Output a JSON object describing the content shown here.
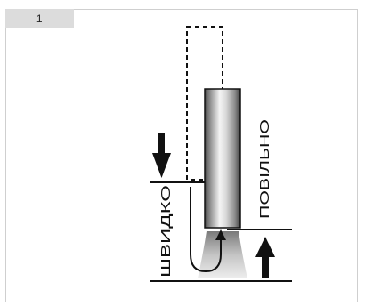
{
  "step": {
    "number": "1"
  },
  "diagram": {
    "label_fast": "ШВИДКО",
    "label_slow": "ПОВІЛЬНО",
    "icons": {
      "down_arrow": "down-arrow-icon",
      "up_arrow": "up-arrow-icon",
      "return_arrow": "curved-return-arrow-icon"
    },
    "colors": {
      "stroke": "#111111",
      "tab_background": "#dcdcdc",
      "frame_border": "#cfcfcf"
    }
  }
}
